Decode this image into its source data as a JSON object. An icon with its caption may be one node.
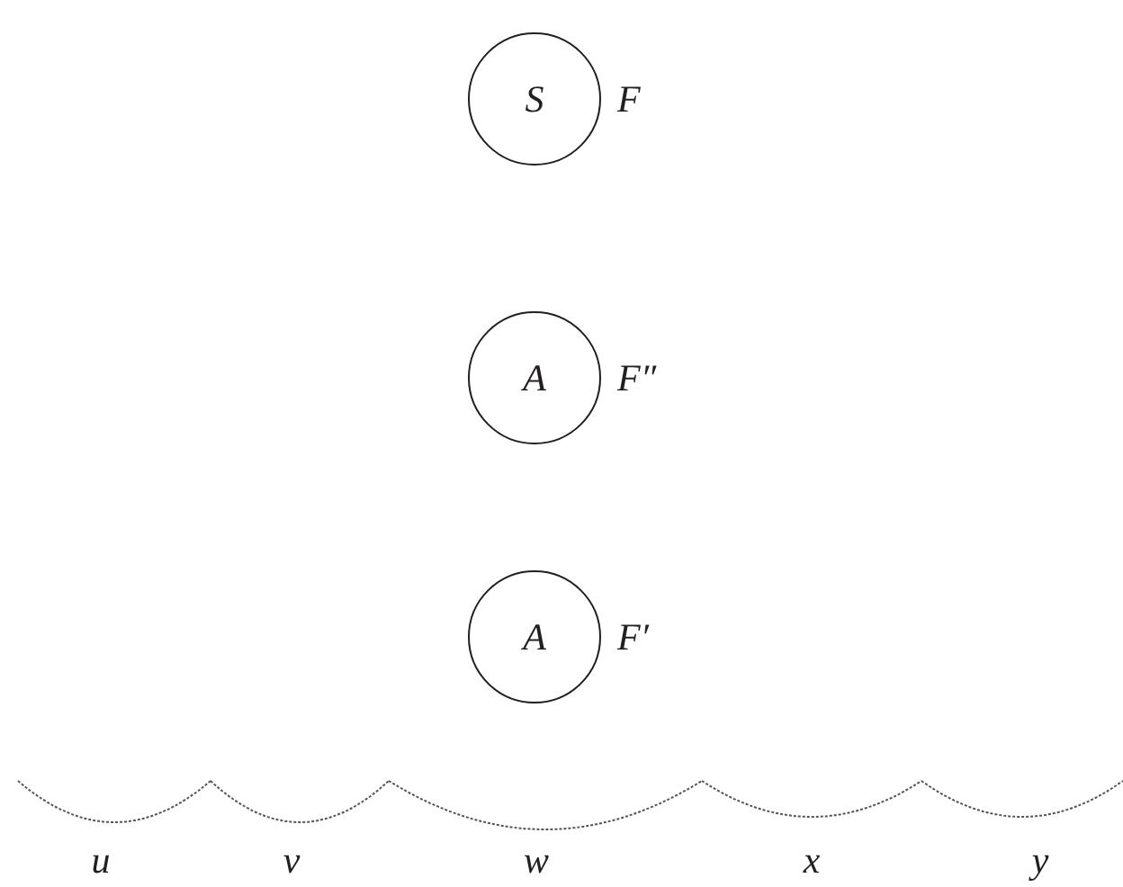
{
  "diagram": {
    "nodes": [
      {
        "text": [
          "S"
        ],
        "beside": [
          "F"
        ]
      },
      {
        "text": [
          "A"
        ],
        "beside": [
          "F″"
        ]
      },
      {
        "text": [
          "A"
        ],
        "beside": [
          "F′"
        ]
      }
    ],
    "labels": [
      "u",
      "v",
      "w",
      "x",
      "y"
    ]
  }
}
